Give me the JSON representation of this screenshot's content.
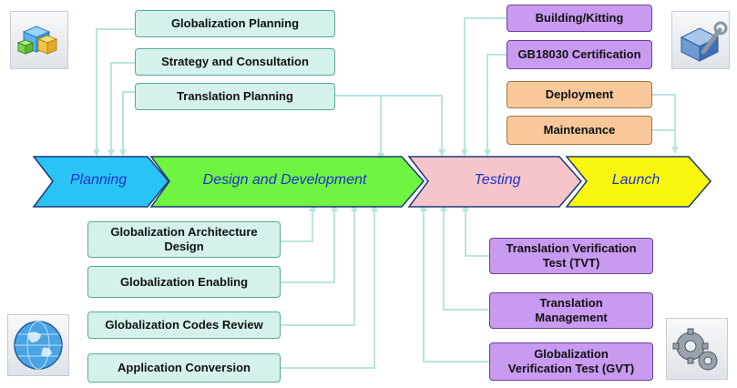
{
  "phases": {
    "planning": "Planning",
    "design": "Design and Development",
    "testing": "Testing",
    "launch": "Launch"
  },
  "planning_boxes": {
    "globalization_planning": "Globalization Planning",
    "strategy_consultation": "Strategy and Consultation",
    "translation_planning": "Translation Planning"
  },
  "design_boxes": {
    "arch_line1": "Globalization Architecture",
    "arch_line2": "Design",
    "enabling": "Globalization Enabling",
    "codes_review": "Globalization Codes Review",
    "app_conversion": "Application Conversion"
  },
  "testing_boxes": {
    "building_kitting": "Building/Kitting",
    "gb18030": "GB18030 Certification",
    "tvt_line1": "Translation Verification",
    "tvt_line2": "Test (TVT)",
    "tm_line1": "Translation",
    "tm_line2": "Management",
    "gvt_line1": "Globalization",
    "gvt_line2": "Verification Test (GVT)"
  },
  "launch_boxes": {
    "deployment": "Deployment",
    "maintenance": "Maintenance"
  },
  "colors": {
    "planning_arrow": "#2ac3f6",
    "design_arrow": "#6ef441",
    "testing_arrow": "#f5c5cb",
    "launch_arrow": "#f8f60d",
    "connector": "#b9e4e0",
    "green_box": "#d4f1ec",
    "purple_box": "#c89af0",
    "orange_box": "#f8c79a"
  },
  "icons": [
    "cubes-icon",
    "tools-icon",
    "globe-icon",
    "gears-icon"
  ]
}
